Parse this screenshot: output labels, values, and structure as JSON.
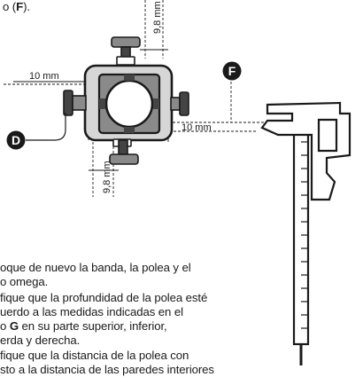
{
  "header_fragment": {
    "before": "o (",
    "bold": "F",
    "after": ")."
  },
  "figure": {
    "labels": {
      "dim_left": "10 mm",
      "dim_right": "10 mm",
      "dim_top": "9,8 mm",
      "dim_bottom": "9,8 mm",
      "callout_d": "D",
      "callout_f": "F"
    },
    "colors": {
      "ink": "#1a1a1a",
      "hub_dark": "#444444",
      "gray_mid": "#8a8a8a",
      "gray_light": "#d6d6d6",
      "white": "#ffffff"
    }
  },
  "body_text": {
    "line1": "oque de nuevo la banda, la polea y el",
    "line2": "o omega.",
    "line3": "fique que la profundidad de la polea esté",
    "line4": "uerdo a las medidas indicadas en el",
    "line5_pre": "o ",
    "line5_bold": "G",
    "line5_post": " en su parte superior, inferior,",
    "line6": "erda y derecha.",
    "line7": "fique que la distancia de la polea con",
    "line8": "sto a la distancia de las paredes interiores"
  }
}
